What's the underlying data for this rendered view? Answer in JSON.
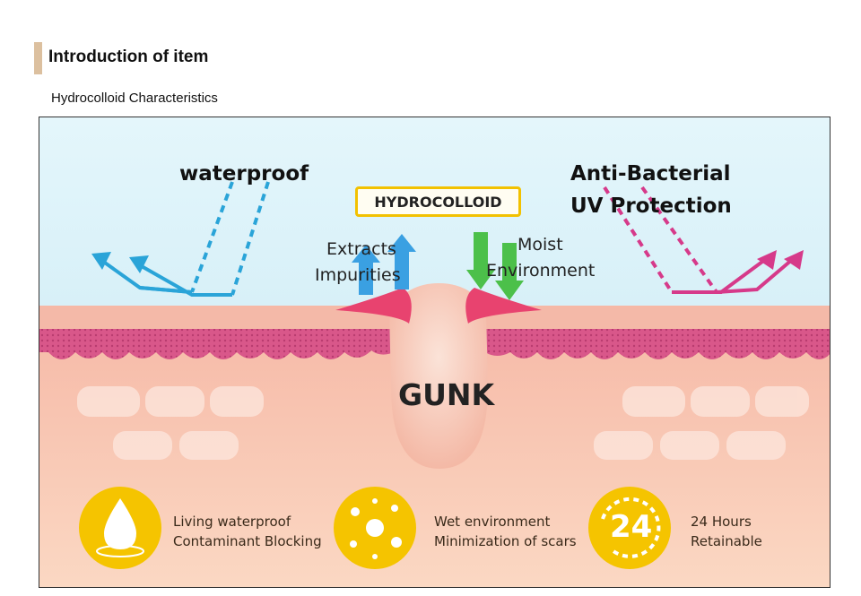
{
  "header": {
    "section_title": "Introduction of item",
    "subtitle": "Hydrocolloid Characteristics"
  },
  "figure": {
    "waterproof_label": "waterproof",
    "antibacterial_line1": "Anti-Bacterial",
    "antibacterial_line2": "UV Protection",
    "hydrocolloid_label": "HYDROCOLLOID",
    "extracts_line1": "Extracts",
    "extracts_line2": "Impurities",
    "moist_line1": "Moist",
    "moist_line2": "Environment",
    "gunk_label": "GUNK",
    "features": [
      {
        "line1": "Living waterproof",
        "line2": "Contaminant Blocking",
        "icon": "water-drop-icon"
      },
      {
        "line1": "Wet environment",
        "line2": "Minimization of scars",
        "icon": "dots-circle-icon"
      },
      {
        "line1": "24 Hours",
        "line2": "Retainable",
        "icon": "clock-24-icon"
      }
    ],
    "badge_24": "24",
    "colors": {
      "sky": "#dff4fb",
      "skin": "#f7c9b4",
      "pink_layer": "#d85c8a",
      "blue_arrow": "#2aa4d8",
      "magenta_arrow": "#d63a8a",
      "gold": "#f5c400",
      "green_arrow": "#4cc04a"
    }
  }
}
